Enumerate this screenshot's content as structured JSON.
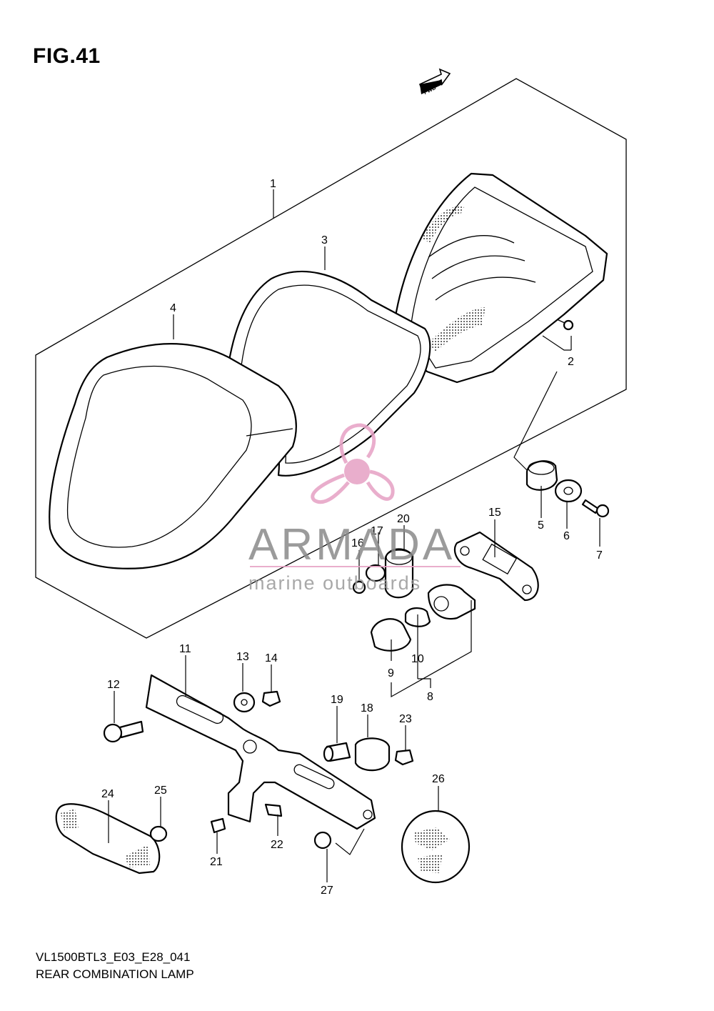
{
  "figure": {
    "title": "FIG.41",
    "code": "VL1500BTL3_E03_E28_041",
    "name": "REAR COMBINATION LAMP",
    "direction_marker": "FWD"
  },
  "watermark": {
    "brand": "ARMADA",
    "tagline": "marine outboards",
    "logo_color": "#e6a0c4",
    "text_color": "#8a8a8a"
  },
  "callouts": [
    {
      "id": "c1",
      "label": "1"
    },
    {
      "id": "c2",
      "label": "2"
    },
    {
      "id": "c3",
      "label": "3"
    },
    {
      "id": "c4",
      "label": "4"
    },
    {
      "id": "c5",
      "label": "5"
    },
    {
      "id": "c6",
      "label": "6"
    },
    {
      "id": "c7",
      "label": "7"
    },
    {
      "id": "c8",
      "label": "8"
    },
    {
      "id": "c9",
      "label": "9"
    },
    {
      "id": "c10",
      "label": "10"
    },
    {
      "id": "c11",
      "label": "11"
    },
    {
      "id": "c12",
      "label": "12"
    },
    {
      "id": "c13",
      "label": "13"
    },
    {
      "id": "c14",
      "label": "14"
    },
    {
      "id": "c15",
      "label": "15"
    },
    {
      "id": "c16",
      "label": "16"
    },
    {
      "id": "c17",
      "label": "17"
    },
    {
      "id": "c18",
      "label": "18"
    },
    {
      "id": "c19",
      "label": "19"
    },
    {
      "id": "c20",
      "label": "20"
    },
    {
      "id": "c21",
      "label": "21"
    },
    {
      "id": "c22",
      "label": "22"
    },
    {
      "id": "c23",
      "label": "23"
    },
    {
      "id": "c24",
      "label": "24"
    },
    {
      "id": "c25",
      "label": "25"
    },
    {
      "id": "c26",
      "label": "26"
    },
    {
      "id": "c27",
      "label": "27"
    }
  ]
}
